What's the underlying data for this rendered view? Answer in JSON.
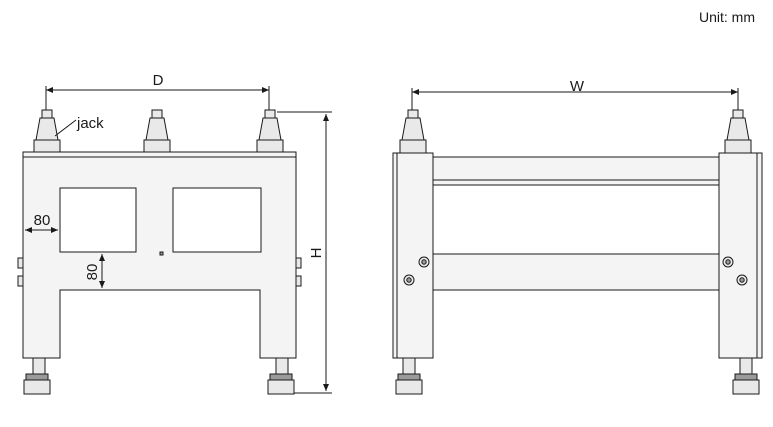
{
  "unit_label": "Unit: mm",
  "front_view": {
    "jack_label": "jack",
    "d_label": "D",
    "h_label": "H",
    "dim_side": "80",
    "dim_gap": "80"
  },
  "side_view": {
    "w_label": "W"
  }
}
